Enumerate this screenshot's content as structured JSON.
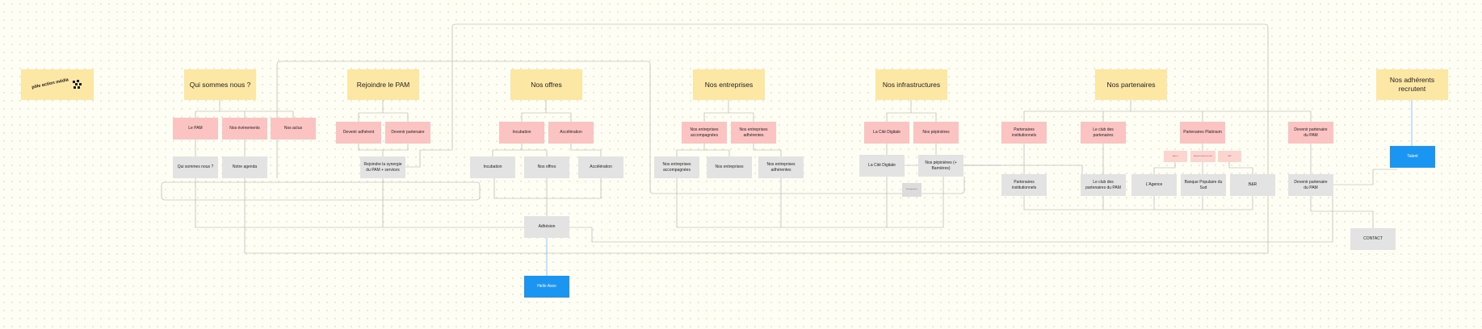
{
  "logo": {
    "lines": [
      "pôle",
      "action",
      "média"
    ]
  },
  "headers": [
    {
      "id": "qui",
      "label": "Qui sommes nous ?"
    },
    {
      "id": "rej",
      "label": "Rejoindre le PAM"
    },
    {
      "id": "off",
      "label": "Nos offres"
    },
    {
      "id": "ent",
      "label": "Nos entreprises"
    },
    {
      "id": "inf",
      "label": "Nos infrastructures"
    },
    {
      "id": "par",
      "label": "Nos partenaires"
    },
    {
      "id": "adh",
      "label": "Nos adhérents recrutent"
    }
  ],
  "categories": [
    {
      "id": "lepam",
      "label": "Le PAM"
    },
    {
      "id": "evts",
      "label": "Nos évènements"
    },
    {
      "id": "actus",
      "label": "Nos actus"
    },
    {
      "id": "devadh",
      "label": "Devenir adhérent"
    },
    {
      "id": "devpar",
      "label": "Devenir partenaire"
    },
    {
      "id": "incub",
      "label": "Incubation"
    },
    {
      "id": "accel",
      "label": "Accélération"
    },
    {
      "id": "entacc",
      "label": "Nos entreprises accompagnées"
    },
    {
      "id": "entadh",
      "label": "Nos entreprises adhérentes"
    },
    {
      "id": "cite",
      "label": "La Cité Digitale"
    },
    {
      "id": "pep",
      "label": "Nos pépinières"
    },
    {
      "id": "parins",
      "label": "Partenaires institutionnels"
    },
    {
      "id": "club",
      "label": "Le club des partenaires"
    },
    {
      "id": "platin",
      "label": "Partenaires Platinium"
    },
    {
      "id": "devpar2",
      "label": "Devenir partenaire du PAM"
    }
  ],
  "pages": [
    {
      "id": "p_qui",
      "label": "Qui sommes nous ?"
    },
    {
      "id": "p_agenda",
      "label": "Notre agenda"
    },
    {
      "id": "p_syn",
      "label": "Rejoindre la synergie du PAM + services"
    },
    {
      "id": "p_incub",
      "label": "Incubation"
    },
    {
      "id": "p_offres",
      "label": "Nos offres"
    },
    {
      "id": "p_accel",
      "label": "Accélération"
    },
    {
      "id": "p_entacc",
      "label": "Nos entreprises accompagnées"
    },
    {
      "id": "p_ent",
      "label": "Nos entreprises"
    },
    {
      "id": "p_entadh",
      "label": "Nos entreprises adhérentes"
    },
    {
      "id": "p_cite",
      "label": "La Cité Digitale"
    },
    {
      "id": "p_pep",
      "label": "Nos pépinières (+ Barnières)"
    },
    {
      "id": "p_parins",
      "label": "Partenaires institutionnels"
    },
    {
      "id": "p_club",
      "label": "Le club des partenaires du PAM"
    },
    {
      "id": "p_agence",
      "label": "L'Agence"
    },
    {
      "id": "p_banque",
      "label": "Banque Populaire du Sud"
    },
    {
      "id": "p_bar",
      "label": "B&R"
    },
    {
      "id": "p_devpar",
      "label": "Devenir partenaire du PAM"
    },
    {
      "id": "p_adhesion",
      "label": "Adhésion"
    },
    {
      "id": "p_contact",
      "label": "CONTACT"
    }
  ],
  "actions": [
    {
      "id": "talent",
      "label": "Talent"
    },
    {
      "id": "hello",
      "label": "Hello Asso"
    }
  ],
  "mini_notes": [
    {
      "id": "m1",
      "label": "Agence"
    },
    {
      "id": "m2",
      "label": "Banque Populaire du Sud"
    },
    {
      "id": "m3",
      "label": "B&R"
    },
    {
      "id": "m4",
      "label": "Nos pépinières"
    }
  ],
  "colors": {
    "sticky": "#fde7a4",
    "category": "#fcc3c3",
    "page": "#e3e3e3",
    "action": "#1a96f2",
    "connector": "#a9a9a9",
    "action_connector": "#7ec3f5"
  }
}
